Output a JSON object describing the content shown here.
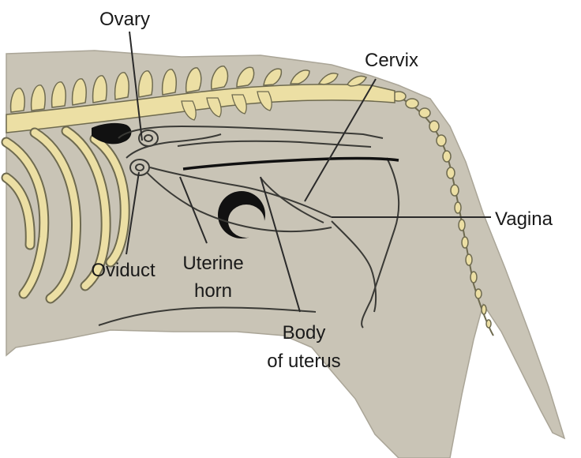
{
  "labels": {
    "ovary": "Ovary",
    "cervix": "Cervix",
    "vagina": "Vagina",
    "oviduct": "Oviduct",
    "uterine_horn_line1": "Uterine",
    "uterine_horn_line2": "horn",
    "body_of_uterus_line1": "Body",
    "body_of_uterus_line2": "of uterus"
  },
  "colors": {
    "body": "#c9c4b6",
    "body_outline": "#aaa597",
    "bone": "#ecdfa4",
    "bone_outline": "#6e6a4f",
    "organ_line": "#3a3a36",
    "leader": "#2a2a2a"
  }
}
